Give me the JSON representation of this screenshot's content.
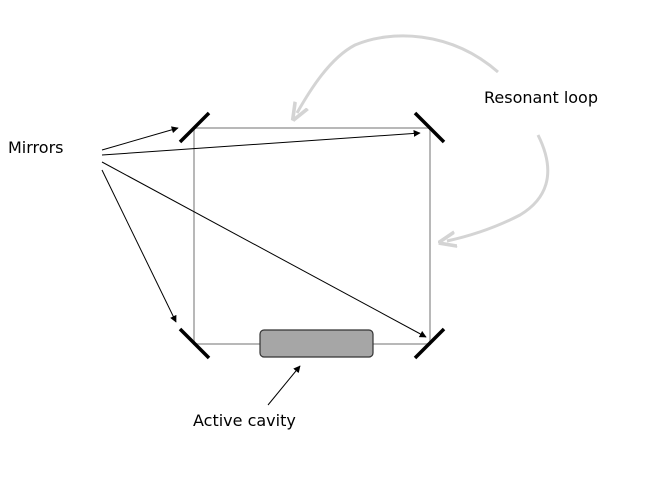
{
  "labels": {
    "mirrors": "Mirrors",
    "resonant_loop": "Resonant loop",
    "active_cavity": "Active cavity"
  },
  "colors": {
    "loop_path": "#b8b8b8",
    "curved_arrow": "#d4d4d4",
    "mirror": "#000000",
    "pointer_arrow": "#000000",
    "cavity_fill": "#a6a6a6",
    "cavity_stroke": "#333333",
    "text": "#000000"
  }
}
